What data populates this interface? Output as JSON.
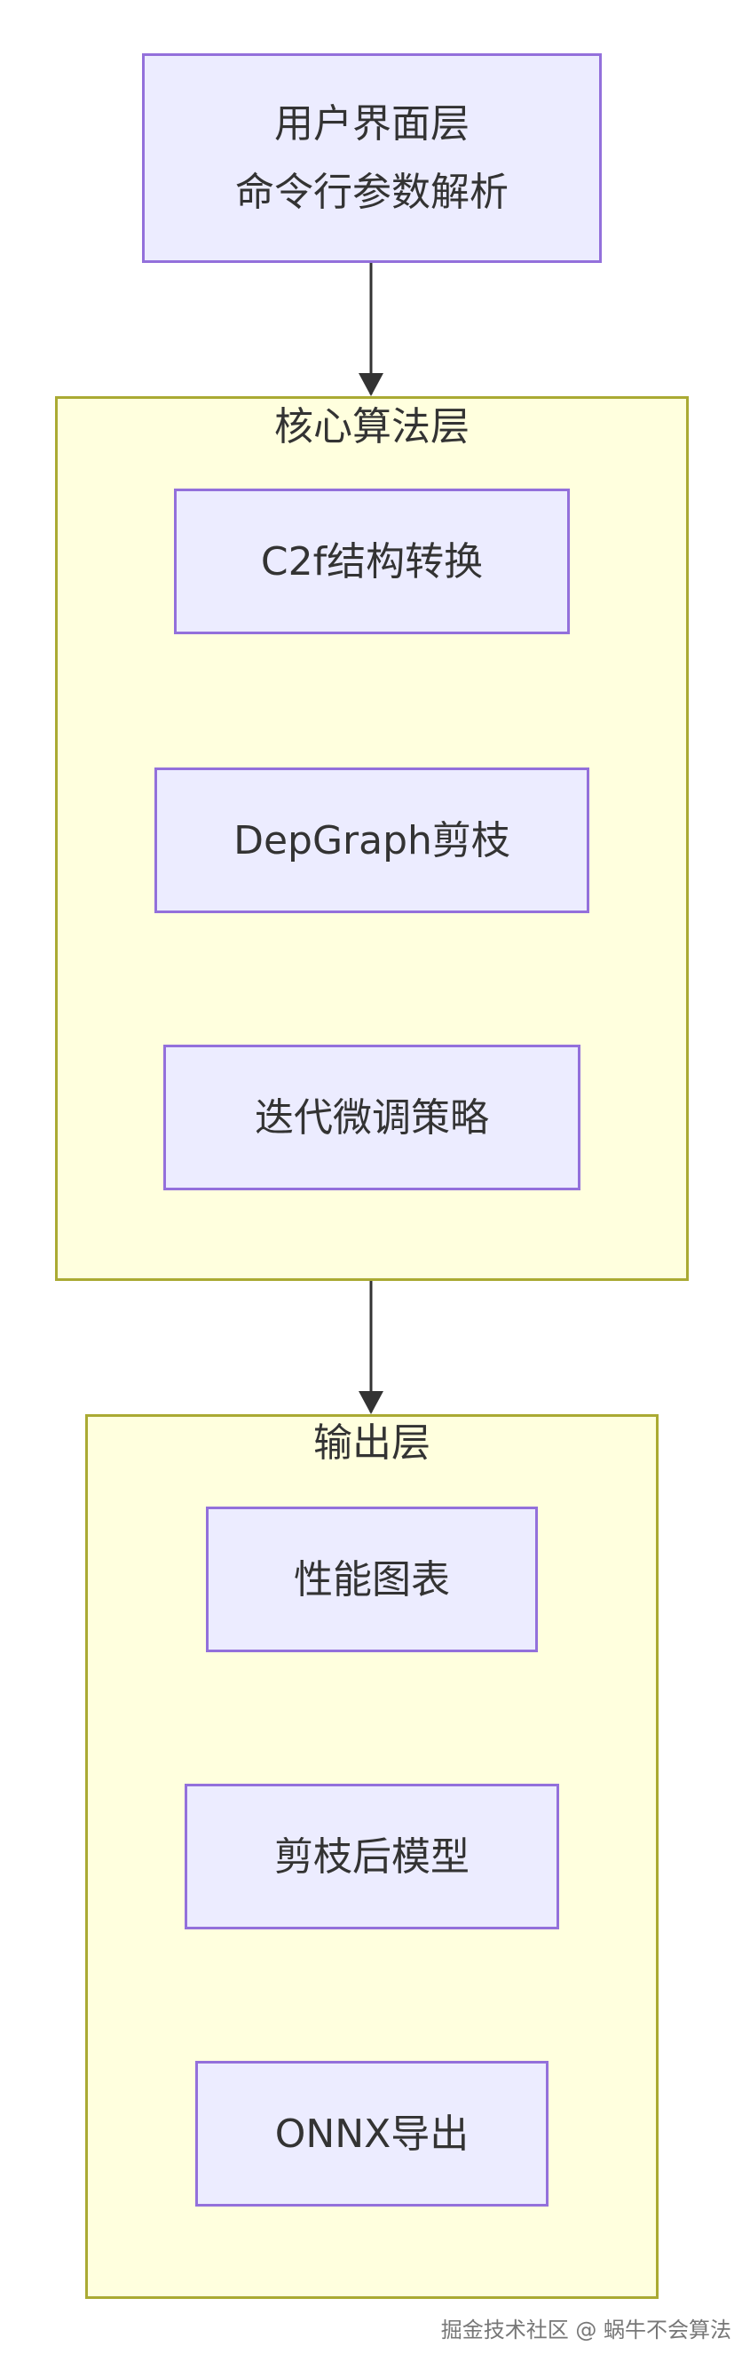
{
  "top_node": {
    "line1": "用户界面层",
    "line2": "命令行参数解析"
  },
  "core_cluster": {
    "title": "核心算法层",
    "nodes": [
      "C2f结构转换",
      "DepGraph剪枝",
      "迭代微调策略"
    ]
  },
  "output_cluster": {
    "title": "输出层",
    "nodes": [
      "性能图表",
      "剪枝后模型",
      "ONNX导出"
    ]
  },
  "watermark": "掘金技术社区 @ 蜗牛不会算法",
  "colors": {
    "node_fill": "#ECECFF",
    "node_border": "#9370DB",
    "cluster_fill": "#FFFFDE",
    "cluster_border": "#AAAA33",
    "arrow": "#333333"
  }
}
